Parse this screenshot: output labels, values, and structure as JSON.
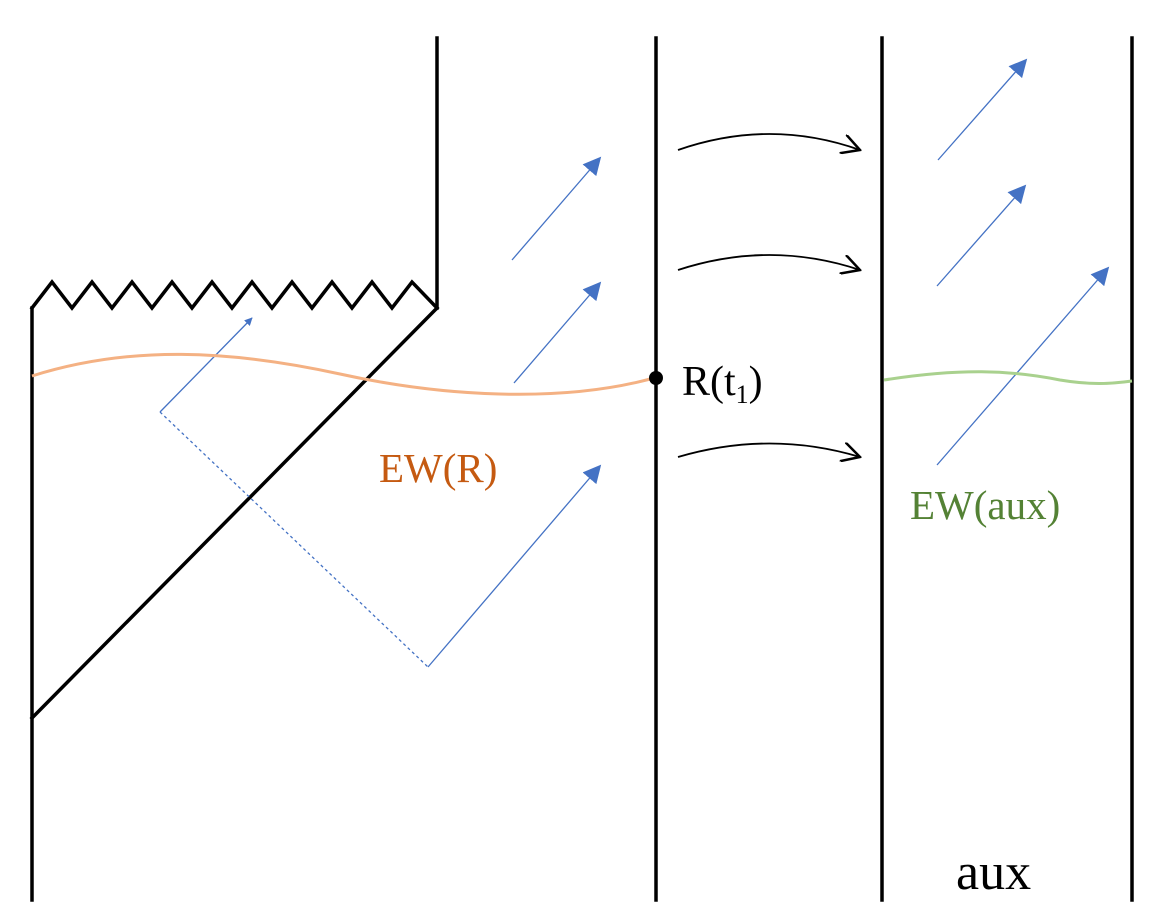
{
  "labels": {
    "region_point": "R(t",
    "region_point_subscript": "1",
    "region_point_close": ")",
    "ew_r": "EW(R)",
    "ew_aux": "EW(aux)",
    "aux": "aux"
  },
  "colors": {
    "line": "#000000",
    "ray": "#4472c4",
    "ew_r_curve": "#f4b183",
    "ew_r_text": "#c55a11",
    "ew_aux_curve": "#a9d18e",
    "ew_aux_text": "#548235"
  }
}
